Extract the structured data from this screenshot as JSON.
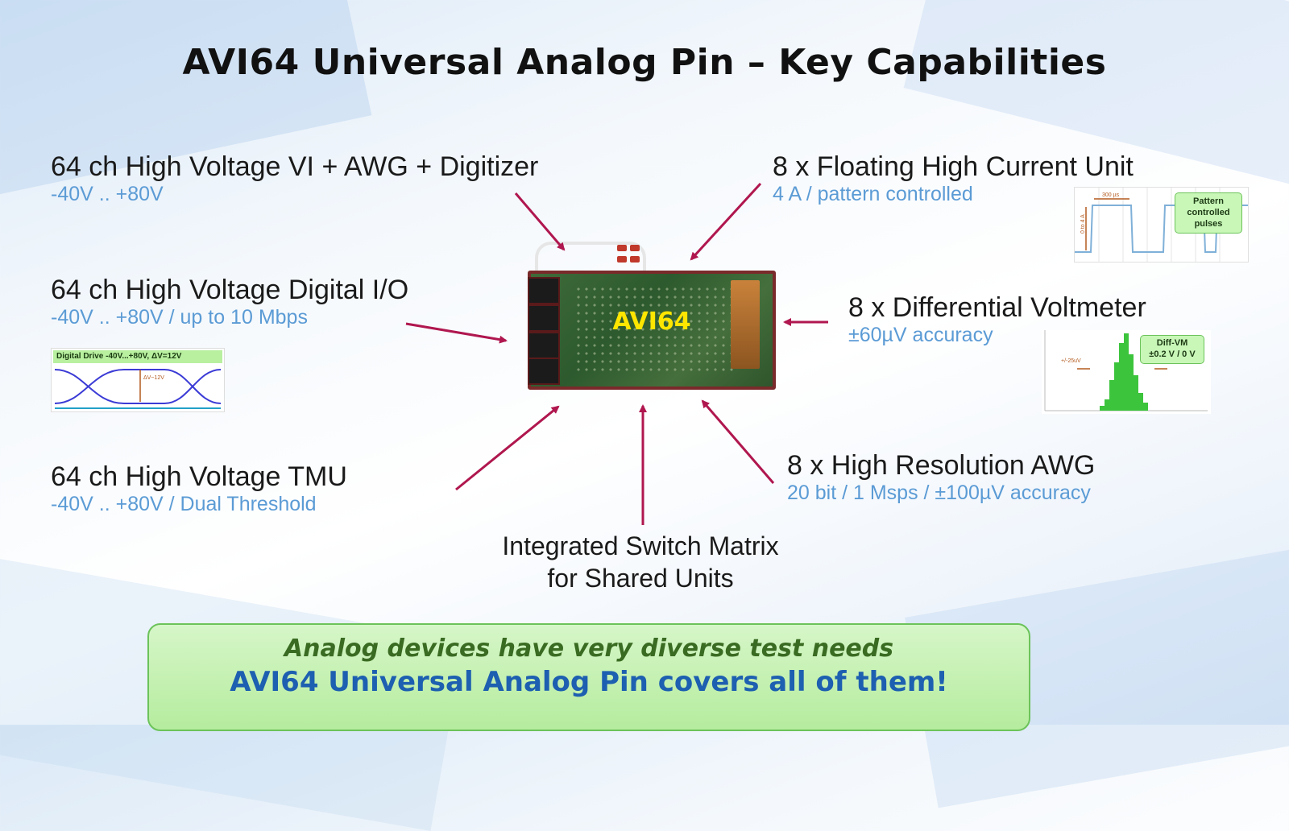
{
  "slide": {
    "title": "AVI64 Universal Analog Pin – Key Capabilities"
  },
  "features": {
    "vi": {
      "head": "64 ch  High Voltage VI + AWG + Digitizer",
      "sub": "-40V .. +80V"
    },
    "dio": {
      "head": "64 ch  High Voltage Digital I/O",
      "sub": "-40V .. +80V / up to 10 Mbps"
    },
    "tmu": {
      "head": "64 ch  High Voltage TMU",
      "sub": "-40V .. +80V / Dual Threshold"
    },
    "hcu": {
      "head": "8 x Floating High Current Unit",
      "sub": "4 A / pattern controlled"
    },
    "dvm": {
      "head": "8 x Differential Voltmeter",
      "sub": "±60µV accuracy"
    },
    "awg": {
      "head": "8 x High Resolution AWG",
      "sub": "20 bit / 1 Msps / ±100µV accuracy"
    }
  },
  "switch_matrix": {
    "line1": "Integrated Switch Matrix",
    "line2": "for Shared Units"
  },
  "board": {
    "label": "AVI64"
  },
  "thumbnails": {
    "dio": {
      "tag": "Digital Drive -40V...+80V, ΔV=12V",
      "marker": "ΔV~12V"
    },
    "hcu": {
      "badge_lines": [
        "Pattern",
        "controlled",
        "pulses"
      ],
      "marker": "300 µs",
      "yaxis": "0 to 4 A"
    },
    "dvm": {
      "badge_lines": [
        "Diff-VM",
        "±0.2 V / 0 V"
      ],
      "marker": "+/-25uV"
    }
  },
  "banner": {
    "line1": "Analog devices have very diverse test needs",
    "line2": "AVI64 Universal Analog Pin covers all of them!"
  },
  "colors": {
    "arrow": "#b0174e",
    "sub_text": "#5b9bd5",
    "banner_green": "#b5ec9e",
    "banner_blue_text": "#1d5fb0"
  }
}
